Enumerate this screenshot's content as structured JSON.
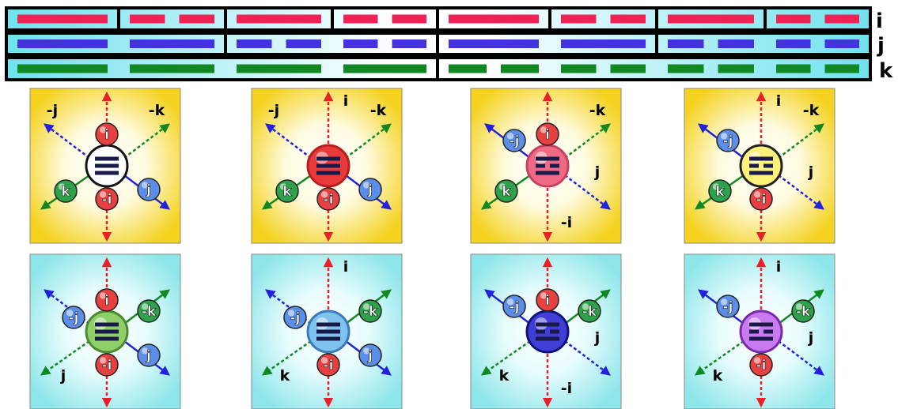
{
  "colors": {
    "i_bar": "#ee2255",
    "j_bar": "#4433dd",
    "k_bar": "#118822",
    "band_fill": "#aeeef6",
    "tile_yellow": "#f4d21e",
    "tile_cyan": "#8fe6ea",
    "arrow_i": "#e8202a",
    "arrow_j": "#2222dd",
    "arrow_k": "#118822",
    "node_i": "#e64040",
    "node_j": "#5a8ee8",
    "node_k": "#2ea24a"
  },
  "rows": [
    {
      "label": "i",
      "line_type": "i"
    },
    {
      "label": "j",
      "line_type": "j"
    },
    {
      "label": "k",
      "line_type": "k"
    }
  ],
  "tiles": [
    {
      "background": "yellow",
      "center_color": "#ffffff",
      "center_edge": "#111111",
      "variant": 1,
      "labels": {
        "up": "i",
        "up_free": "",
        "up_left": "-j",
        "up_right": "-k",
        "down_left": "k",
        "down_right": "j",
        "down": "-i",
        "down_free": ""
      }
    },
    {
      "background": "yellow",
      "center_color": "#e83a3a",
      "center_edge": "#b81e1e",
      "variant": 1,
      "labels": {
        "up": "",
        "up_free": "i",
        "up_left": "-j",
        "up_right": "-k",
        "down_left": "k",
        "down_right": "j",
        "down": "-i",
        "down_free": ""
      }
    },
    {
      "background": "yellow",
      "center_color": "#f06a86",
      "center_edge": "#c84060",
      "variant": 2,
      "labels": {
        "up": "i",
        "up_free": "",
        "up_left": "-j",
        "up_right": "-k",
        "down_left": "k",
        "down_right": "j",
        "down": "",
        "down_free": "-i"
      }
    },
    {
      "background": "yellow",
      "center_color": "#fff27a",
      "center_edge": "#222222",
      "variant": 2,
      "labels": {
        "up": "",
        "up_free": "i",
        "up_left": "-j",
        "up_right": "-k",
        "down_left": "k",
        "down_right": "j",
        "down": "-i",
        "down_free": ""
      }
    },
    {
      "background": "cyan",
      "center_color": "#8fcf6a",
      "center_edge": "#4a8a30",
      "variant": 3,
      "labels": {
        "up": "i",
        "up_free": "",
        "up_left": "-j",
        "up_right": "-k",
        "down_left": "j",
        "down_right": "j",
        "down": "-i",
        "down_free": ""
      }
    },
    {
      "background": "cyan",
      "center_color": "#7ec2ee",
      "center_edge": "#3a7ab8",
      "variant": 3,
      "labels": {
        "up": "",
        "up_free": "i",
        "up_left": "-j",
        "up_right": "-k",
        "down_left": "k",
        "down_right": "j",
        "down": "-i",
        "down_free": ""
      }
    },
    {
      "background": "cyan",
      "center_color": "#3f3fd8",
      "center_edge": "#11117a",
      "variant": 4,
      "labels": {
        "up": "i",
        "up_free": "",
        "up_left": "-j",
        "up_right": "-k",
        "down_left": "k",
        "down_right": "j",
        "down": "",
        "down_free": "-i"
      }
    },
    {
      "background": "cyan",
      "center_color": "#c87af0",
      "center_edge": "#7a2aa8",
      "variant": 4,
      "labels": {
        "up": "",
        "up_free": "i",
        "up_left": "-j",
        "up_right": "-k",
        "down_left": "k",
        "down_right": "j",
        "down": "-i",
        "down_free": ""
      }
    }
  ]
}
